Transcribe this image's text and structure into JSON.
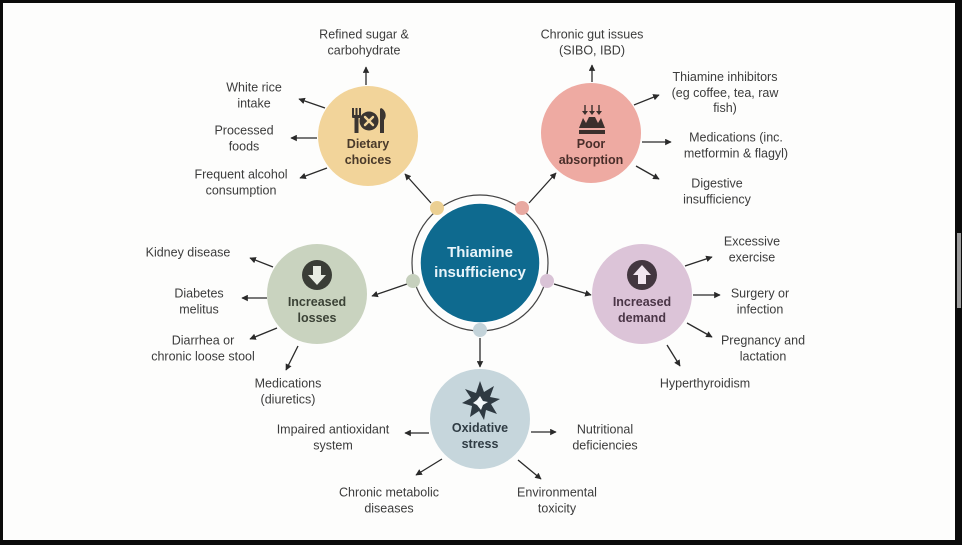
{
  "center": {
    "title_line1": "Thiamine",
    "title_line2": "insufficiency",
    "color": "#0e6a8f",
    "text_color": "#e8f4fa"
  },
  "nodes": {
    "dietary": {
      "title_line1": "Dietary",
      "title_line2": "choices",
      "icon": "plate-cutlery-icon",
      "color": "#f2d49a",
      "dot_color": "#ebcf92",
      "text_color": "#4a3a2a",
      "causes": [
        {
          "line1": "Refined sugar &",
          "line2": "carbohydrate"
        },
        {
          "line1": "White rice",
          "line2": "intake"
        },
        {
          "line1": "Processed",
          "line2": "foods"
        },
        {
          "line1": "Frequent alcohol",
          "line2": "consumption"
        }
      ]
    },
    "absorption": {
      "title_line1": "Poor",
      "title_line2": "absorption",
      "icon": "absorption-icon",
      "color": "#eeaaa2",
      "dot_color": "#e8a9a1",
      "text_color": "#4a2e2a",
      "causes": [
        {
          "line1": "Chronic gut issues",
          "line2": "(SIBO, IBD)"
        },
        {
          "line1": "Thiamine inhibitors",
          "line2": "(eg coffee, tea, raw",
          "line3": "fish)"
        },
        {
          "line1": "Medications (inc.",
          "line2": "metformin & flagyl)"
        },
        {
          "line1": "Digestive",
          "line2": "insufficiency"
        }
      ]
    },
    "losses": {
      "title_line1": "Increased",
      "title_line2": "losses",
      "icon": "arrow-down-icon",
      "color": "#c9d3bf",
      "dot_color": "#c6d0bd",
      "text_color": "#3b4236",
      "causes": [
        {
          "line1": "Kidney disease"
        },
        {
          "line1": "Diabetes",
          "line2": "melitus"
        },
        {
          "line1": "Diarrhea or",
          "line2": "chronic loose stool"
        },
        {
          "line1": "Medications",
          "line2": "(diuretics)"
        }
      ]
    },
    "demand": {
      "title_line1": "Increased",
      "title_line2": "demand",
      "icon": "arrow-up-icon",
      "color": "#dcc4d8",
      "dot_color": "#d9c3d6",
      "text_color": "#4a3546",
      "causes": [
        {
          "line1": "Excessive",
          "line2": "exercise"
        },
        {
          "line1": "Surgery or",
          "line2": "infection"
        },
        {
          "line1": "Pregnancy and",
          "line2": "lactation"
        },
        {
          "line1": "Hyperthyroidism"
        }
      ]
    },
    "oxidative": {
      "title_line1": "Oxidative",
      "title_line2": "stress",
      "icon": "starburst-icon",
      "color": "#c6d6dc",
      "dot_color": "#c3d3d9",
      "text_color": "#2f3c44",
      "causes": [
        {
          "line1": "Impaired antioxidant",
          "line2": "system"
        },
        {
          "line1": "Nutritional",
          "line2": "deficiencies"
        },
        {
          "line1": "Chronic metabolic",
          "line2": "diseases"
        },
        {
          "line1": "Environmental",
          "line2": "toxicity"
        }
      ]
    }
  }
}
